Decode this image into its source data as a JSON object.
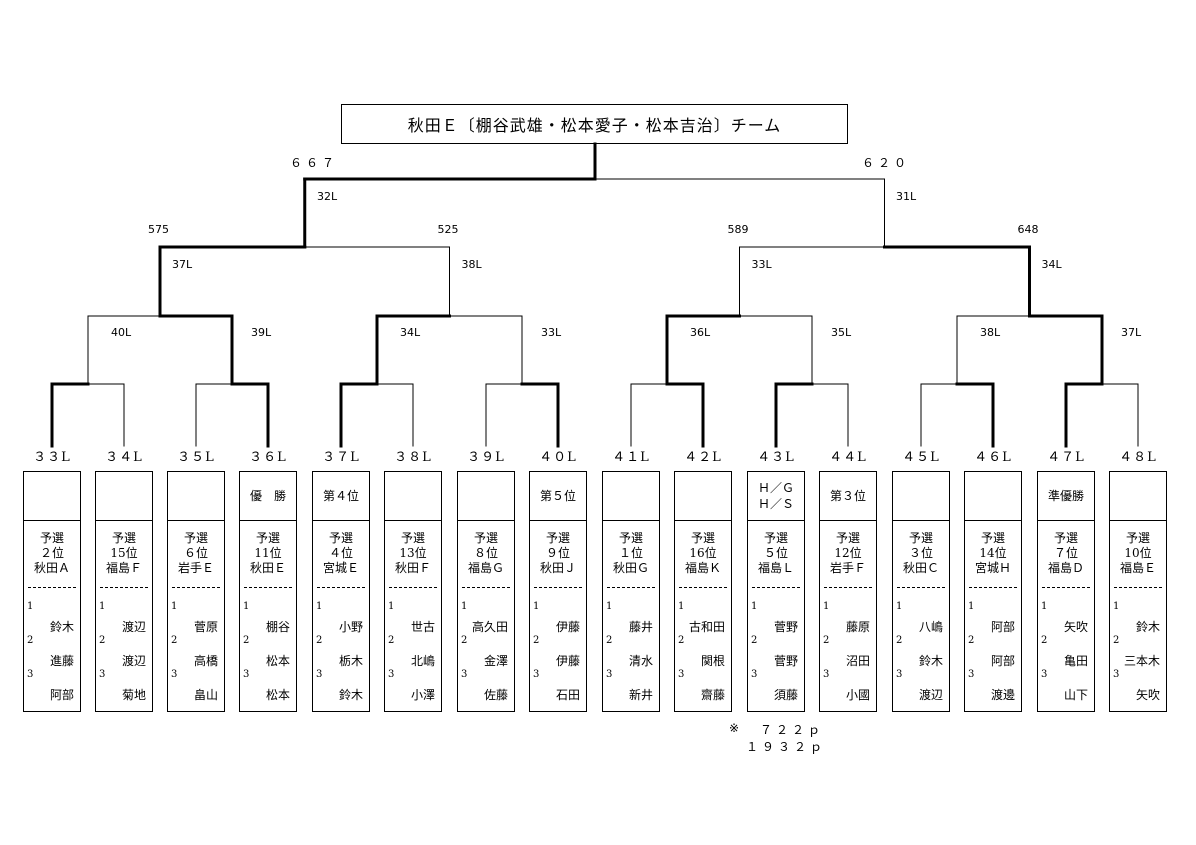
{
  "title": "秋田Ｅ〔棚谷武雄・松本愛子・松本吉治〕チーム",
  "final": {
    "left_score": "６６７",
    "right_score": "６２０"
  },
  "semis": {
    "left_lane": "32L",
    "right_lane": "31L"
  },
  "quarter_scores": [
    "575",
    "525",
    "589",
    "648"
  ],
  "quarter_lanes": [
    "37L",
    "38L",
    "33L",
    "34L"
  ],
  "round16_lanes": [
    "40L",
    "39L",
    "34L",
    "33L",
    "36L",
    "35L",
    "38L",
    "37L"
  ],
  "teams": [
    {
      "lane": "３３L",
      "result": "",
      "qual_a": "予選",
      "qual_b": "２位",
      "qual_c": "秋田Ａ",
      "m1": "鈴木",
      "m2": "進藤",
      "m3": "阿部"
    },
    {
      "lane": "３４L",
      "result": "",
      "qual_a": "予選",
      "qual_b": "15位",
      "qual_c": "福島Ｆ",
      "m1": "渡辺",
      "m2": "渡辺",
      "m3": "菊地"
    },
    {
      "lane": "３５L",
      "result": "",
      "qual_a": "予選",
      "qual_b": "６位",
      "qual_c": "岩手Ｅ",
      "m1": "菅原",
      "m2": "高橋",
      "m3": "畠山"
    },
    {
      "lane": "３６L",
      "result": "優　勝",
      "qual_a": "予選",
      "qual_b": "11位",
      "qual_c": "秋田Ｅ",
      "m1": "棚谷",
      "m2": "松本",
      "m3": "松本"
    },
    {
      "lane": "３７L",
      "result": "第４位",
      "qual_a": "予選",
      "qual_b": "４位",
      "qual_c": "宮城Ｅ",
      "m1": "小野",
      "m2": "栃木",
      "m3": "鈴木"
    },
    {
      "lane": "３８L",
      "result": "",
      "qual_a": "予選",
      "qual_b": "13位",
      "qual_c": "秋田Ｆ",
      "m1": "世古",
      "m2": "北嶋",
      "m3": "小澤"
    },
    {
      "lane": "３９L",
      "result": "",
      "qual_a": "予選",
      "qual_b": "８位",
      "qual_c": "福島Ｇ",
      "m1": "高久田",
      "m2": "金澤",
      "m3": "佐藤"
    },
    {
      "lane": "４０L",
      "result": "第５位",
      "qual_a": "予選",
      "qual_b": "９位",
      "qual_c": "秋田Ｊ",
      "m1": "伊藤",
      "m2": "伊藤",
      "m3": "石田"
    },
    {
      "lane": "４１L",
      "result": "",
      "qual_a": "予選",
      "qual_b": "１位",
      "qual_c": "秋田Ｇ",
      "m1": "藤井",
      "m2": "清水",
      "m3": "新井"
    },
    {
      "lane": "４２L",
      "result": "",
      "qual_a": "予選",
      "qual_b": "16位",
      "qual_c": "福島Ｋ",
      "m1": "古和田",
      "m2": "関根",
      "m3": "齋藤"
    },
    {
      "lane": "４３L",
      "result": "Ｈ／Ｇ\nＨ／Ｓ",
      "qual_a": "予選",
      "qual_b": "５位",
      "qual_c": "福島Ｌ",
      "m1": "菅野",
      "m2": "菅野",
      "m3": "須藤"
    },
    {
      "lane": "４４L",
      "result": "第３位",
      "qual_a": "予選",
      "qual_b": "12位",
      "qual_c": "岩手Ｆ",
      "m1": "藤原",
      "m2": "沼田",
      "m3": "小國"
    },
    {
      "lane": "４５L",
      "result": "",
      "qual_a": "予選",
      "qual_b": "３位",
      "qual_c": "秋田Ｃ",
      "m1": "八嶋",
      "m2": "鈴木",
      "m3": "渡辺"
    },
    {
      "lane": "４６L",
      "result": "",
      "qual_a": "予選",
      "qual_b": "14位",
      "qual_c": "宮城Ｈ",
      "m1": "阿部",
      "m2": "阿部",
      "m3": "渡邊"
    },
    {
      "lane": "４７L",
      "result": "準優勝",
      "qual_a": "予選",
      "qual_b": "７位",
      "qual_c": "福島Ｄ",
      "m1": "矢吹",
      "m2": "亀田",
      "m3": "山下"
    },
    {
      "lane": "４８L",
      "result": "",
      "qual_a": "予選",
      "qual_b": "10位",
      "qual_c": "福島Ｅ",
      "m1": "鈴木",
      "m2": "三本木",
      "m3": "矢吹"
    }
  ],
  "member_numbers": [
    "1",
    "2",
    "3"
  ],
  "note": {
    "mark": "※",
    "line1": "７２２ｐ",
    "line2": "１９３２ｐ"
  }
}
